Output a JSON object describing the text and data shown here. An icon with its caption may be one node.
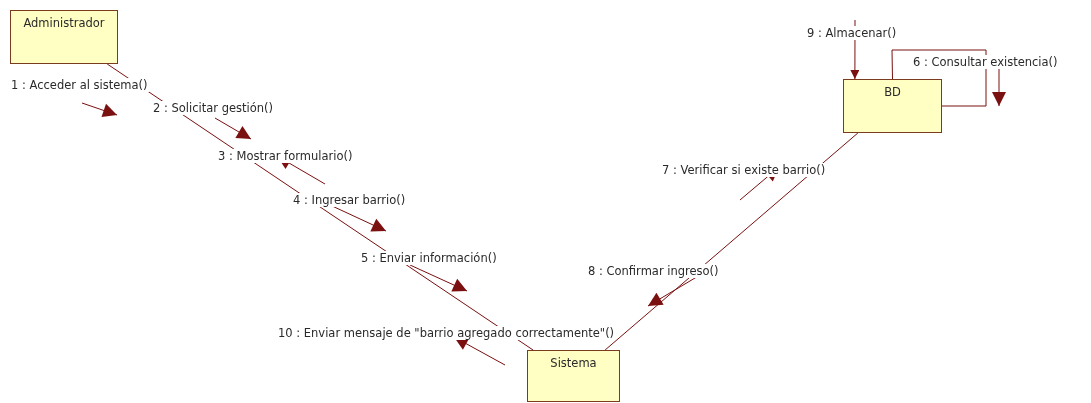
{
  "diagram": {
    "nodes": [
      {
        "text": [
          "Administrador"
        ]
      },
      {
        "text": [
          "BD"
        ]
      },
      {
        "text": [
          "Sistema"
        ]
      }
    ],
    "edges": [
      {
        "from": 0,
        "to": 2,
        "arrow": "none"
      },
      {
        "from": 2,
        "to": 1,
        "arrow": "none"
      },
      {
        "from": 1,
        "to": 1,
        "arrow": "none"
      },
      {
        "from": null,
        "to": 1,
        "arrow": "to",
        "label": "9 : Almacenar()"
      }
    ],
    "labels": [
      "6 : Consultar existencia()",
      "1 : Acceder al sistema()",
      "2 : Solicitar gestión()",
      "3 : Mostrar formulario()",
      "7 : Verificar si existe barrio()",
      "4 : Ingresar barrio()",
      "5 : Enviar información()",
      "8 : Confirmar ingreso()",
      "10 : Enviar mensaje de \"barrio agregado correctamente\"()"
    ]
  }
}
